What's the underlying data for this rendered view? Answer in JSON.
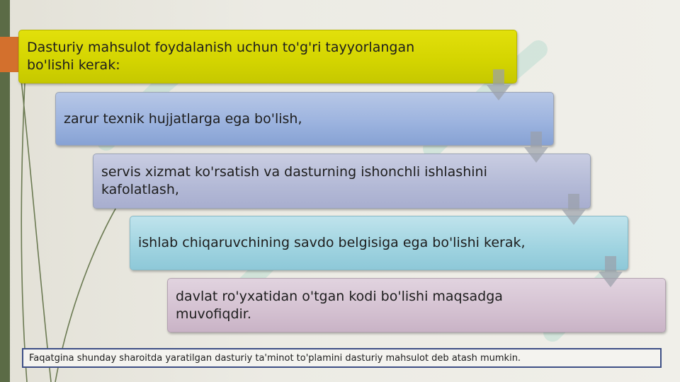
{
  "steps": [
    {
      "text": "Dasturiy mahsulot foydalanish uchun to'g'ri tayyorlangan\nbo'lishi kerak:"
    },
    {
      "text": "zarur texnik hujjatlarga ega bo'lish,"
    },
    {
      "text": "servis xizmat ko'rsatish va dasturning ishonchli ishlashini\nkafolatlash,"
    },
    {
      "text": "ishlab chiqaruvchining savdo belgisiga ega bo'lishi kerak,"
    },
    {
      "text": "davlat ro'yxatidan o'tgan kodi bo'lishi maqsadga\nmuvofiqdir."
    }
  ],
  "footer": "Faqatgina shunday sharoitda yaratilgan dasturiy ta'minot to'plamini dasturiy mahsulot deb atash mumkin.",
  "colors": {
    "step_1": "#d3d400",
    "step_2": "#9db4df",
    "step_3": "#b3b9d6",
    "step_4": "#9fd3e0",
    "step_5": "#d4c1d1",
    "accent_bar": "#5b6b46",
    "accent_tab": "#d3702d",
    "footer_border": "#3e4f86",
    "arrow": "#9aa0aa"
  }
}
